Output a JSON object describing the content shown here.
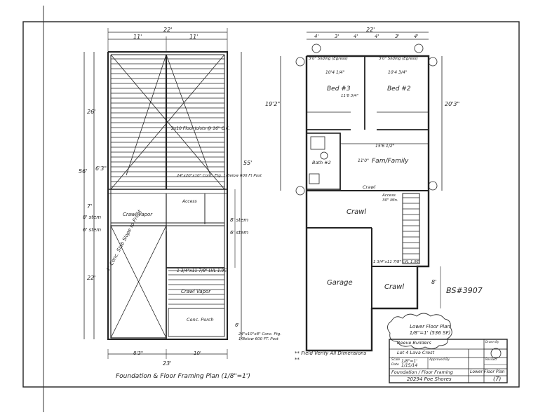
{
  "left_plan": {
    "title": "Foundation & Floor Framing Plan (1/8\"=1')",
    "dim_top_total": "22'",
    "dim_top_left": "11'",
    "dim_top_right": "11'",
    "dim_left_26": "26'",
    "dim_left_56": "56'",
    "dim_left_63": "6'3\"",
    "dim_left_7": "7'",
    "dim_left_8stem": "8' stem",
    "dim_left_6stem": "6' stem",
    "dim_left_22": "22'",
    "dim_right_55": "55'",
    "dim_right_8stem": "8' stem",
    "dim_right_6stem": "6' stem",
    "dim_bottom_total": "23'",
    "dim_bottom_83": "8'3\"",
    "dim_bottom_10": "10'",
    "dim_bottom_6": "6'",
    "note_crawl_vapor": "Crawl Vapor",
    "note_crawl_vapor2": "Crawl Vapor",
    "note_conc_slab": "4\" Conc. Slab Slope to Front",
    "note_conc_porch": "Conc. Porch",
    "note_footing": "24\"x10\"x8\" Conc. Ftg. 1/Below 600 FT. Post",
    "note_beam": "24\"x20\"x10\" Conc. Ftg. 1/Below 600 Ft Post",
    "note_girder": "2x10 Floor Joists @ 16\" O.C.",
    "note_access": "Access",
    "note_stair": "1 3/4\"x11 7/8\" LVL 1.9E"
  },
  "right_plan": {
    "title": "Lower Floor Plan 1/8\"=1' (536 SF)",
    "dim_top_total": "22'",
    "dim_top_segments": [
      "4'",
      "3'",
      "4'",
      "4'",
      "3'",
      "4'"
    ],
    "dim_left_192": "19'2\"",
    "dim_right_203": "20'3\"",
    "dim_right_8": "8'",
    "bed3_label": "Bed #3",
    "bed3_size": "10'4 1/4\"",
    "bed3_height": "11'8 3/4\"",
    "bed3_window": "3'0\" Sliding (Egress)",
    "bed2_label": "Bed #2",
    "bed2_size": "10'4 3/4\"",
    "bed2_window": "3'0\" Sliding (Egress)",
    "bath_label": "Bath #2",
    "family_label": "Fam/Family",
    "family_size": "15'6 1/2\"",
    "family_height": "11'0\"",
    "crawl_label_1": "Crawl",
    "crawl_label_2": "Crawl",
    "crawl_label_3": "Crawl",
    "crawl_access": "Access 30\" Min.",
    "garage_label": "Garage",
    "lvl_note": "1 3/4\"x11 7/8\" LVL 1.9E",
    "bs_number": "BS#3907",
    "field_note": "** Field Verify All Dimensions **"
  },
  "title_block": {
    "builder": "Reeve Builders",
    "lot": "Lot 4 Lava Crest",
    "scale_label": "Scale",
    "scale_value": "1/8\"=1'",
    "date_label": "Date",
    "date_value": "1/15/14",
    "approved_label": "Approved By",
    "revised_label": "Revised",
    "drawn_label": "Drawn By",
    "drawing_title": "Foundation / Floor Framing",
    "drawing_title2": "Lower Floor Plan",
    "address": "20294 Poe Shores",
    "sheet_number": "(7)"
  }
}
